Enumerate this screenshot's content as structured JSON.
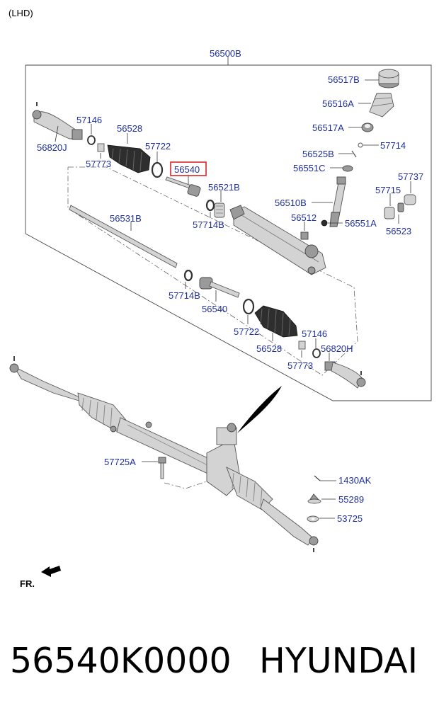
{
  "diagram": {
    "variant": "(LHD)",
    "assembly": "56500B",
    "labels": {
      "p56517B": "56517B",
      "p56516A": "56516A",
      "p56517A": "56517A",
      "p57714_top": "57714",
      "p56525B": "56525B",
      "p56551C": "56551C",
      "p57737": "57737",
      "p57715": "57715",
      "p56510B": "56510B",
      "p56512": "56512",
      "p56551A": "56551A",
      "p56523": "56523",
      "p57146_l": "57146",
      "p56528_l": "56528",
      "p56820J": "56820J",
      "p57773_l": "57773",
      "p57722_l": "57722",
      "p56540_hl": "56540",
      "p56521B": "56521B",
      "p57714B_top": "57714B",
      "p56531B": "56531B",
      "p57714B_bot": "57714B",
      "p56540_bot": "56540",
      "p57722_r": "57722",
      "p56528_r": "56528",
      "p57146_r": "57146",
      "p56820H": "56820H",
      "p57773_r": "57773",
      "p57725A": "57725A",
      "p1430AK": "1430AK",
      "p55289": "55289",
      "p53725": "53725"
    },
    "direction": "FR.",
    "highlight_color": "#d9262c",
    "label_color": "#1f2f9f"
  },
  "footer": {
    "part_number": "56540K0000",
    "brand": "HYUNDAI"
  }
}
